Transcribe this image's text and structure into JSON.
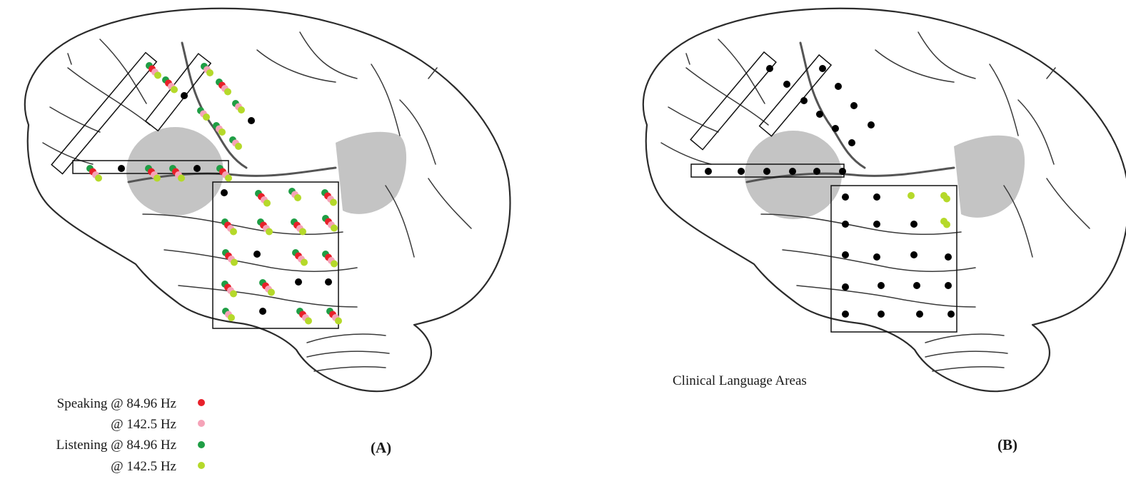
{
  "legend": {
    "rows": [
      {
        "label": "Speaking @ 84.96 Hz",
        "color": "#e8202a"
      },
      {
        "label": "@ 142.5 Hz",
        "color": "#f5a3b8"
      },
      {
        "label": "Listening  @ 84.96 Hz",
        "color": "#1f9e45"
      },
      {
        "label": "@ 142.5 Hz",
        "color": "#b5d92a"
      }
    ]
  },
  "panel_a": {
    "label": "(A)"
  },
  "panel_b": {
    "label": "(B)",
    "caption": "Clinical Language Areas"
  },
  "colors": {
    "inactive_electrode": "#000000",
    "speaking_84": "#e8202a",
    "speaking_142": "#f5a3b8",
    "listening_84": "#1f9e45",
    "listening_142": "#b5d92a",
    "language_area": "#c4c4c4"
  }
}
